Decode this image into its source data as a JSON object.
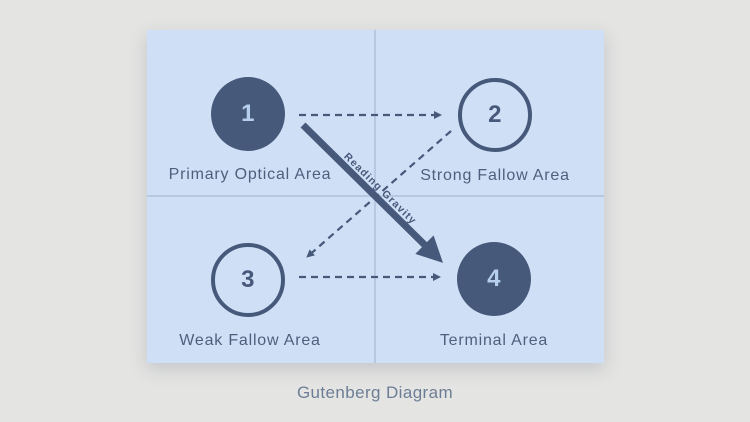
{
  "diagram": {
    "caption": "Gutenberg Diagram",
    "quadrants": [
      {
        "number": "1",
        "label": "Primary Optical Area",
        "style": "filled"
      },
      {
        "number": "2",
        "label": "Strong Fallow Area",
        "style": "outline"
      },
      {
        "number": "3",
        "label": "Weak Fallow Area",
        "style": "outline"
      },
      {
        "number": "4",
        "label": "Terminal Area",
        "style": "filled"
      }
    ],
    "arrows": {
      "solid_label": "Reading Gravity",
      "flow": [
        {
          "from": "1",
          "to": "2",
          "style": "dashed"
        },
        {
          "from": "2",
          "to": "3",
          "style": "dashed"
        },
        {
          "from": "3",
          "to": "4",
          "style": "dashed"
        },
        {
          "from": "1",
          "to": "4",
          "style": "solid",
          "label": "Reading Gravity"
        }
      ]
    },
    "colors": {
      "page_background": "#e4e4e2",
      "panel_background": "#cfe0f6",
      "accent_dark": "#47597a",
      "number_on_filled": "#b6cfec",
      "quadrant_label": "#4e5f7d",
      "caption_text": "#6d7d96",
      "divider_line": "#a0b2cc"
    }
  }
}
